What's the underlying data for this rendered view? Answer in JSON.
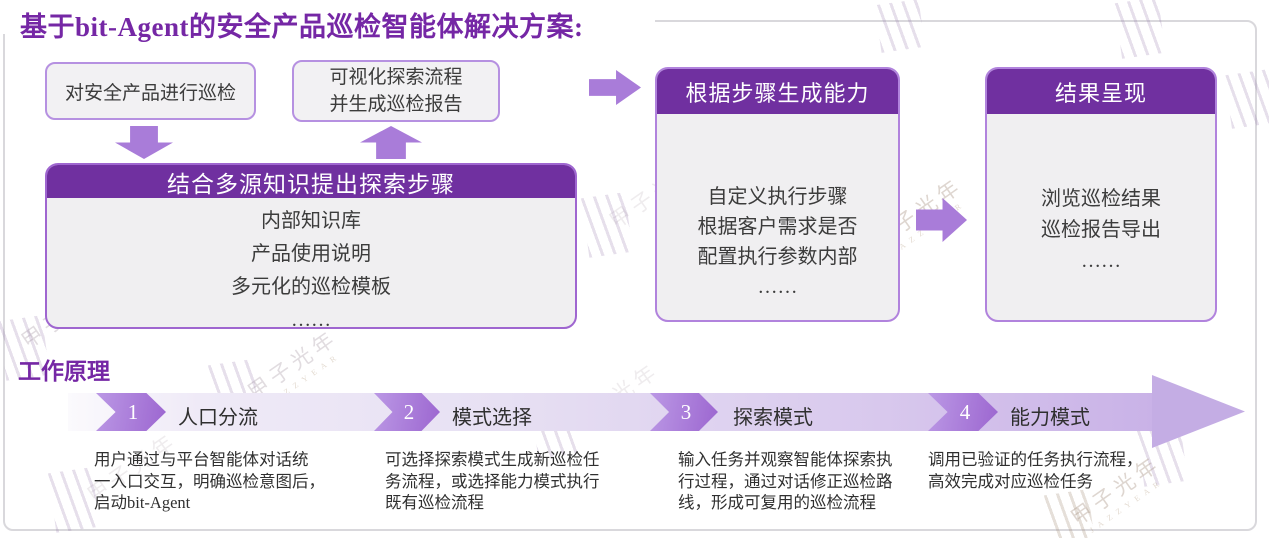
{
  "title": "基于bit-Agent的安全产品巡检智能体解决方案:",
  "flow": {
    "box1_label": "对安全产品进行巡检",
    "box2_label": "可视化探索流程\n并生成巡检报告",
    "knowledge_box": {
      "header": "结合多源知识提出探索步骤",
      "items": [
        "内部知识库",
        "产品使用说明",
        "多元化的巡检模板",
        "……"
      ]
    },
    "capability_box": {
      "header": "根据步骤生成能力",
      "items": [
        "自定义执行步骤",
        "根据客户需求是否",
        "配置执行参数内部",
        "……"
      ]
    },
    "result_box": {
      "header": "结果呈现",
      "items": [
        "浏览巡检结果",
        "巡检报告导出",
        "……"
      ]
    }
  },
  "principle": {
    "heading": "工作原理",
    "steps": [
      {
        "num": "1",
        "label": "人口分流",
        "desc": "用户通过与平台智能体对话统\n一入口交互，明确巡检意图后，\n启动bit-Agent"
      },
      {
        "num": "2",
        "label": "模式选择",
        "desc": "可选择探索模式生成新巡检任\n务流程，或选择能力模式执行\n既有巡检流程"
      },
      {
        "num": "3",
        "label": "探索模式",
        "desc": "输入任务并观察智能体探索执\n行过程，通过对话修正巡检路\n线，形成可复用的巡检流程"
      },
      {
        "num": "4",
        "label": "能力模式",
        "desc": "调用已验证的任务执行流程，\n高效完成对应巡检任务"
      }
    ]
  },
  "watermark": {
    "text": "甲子光年",
    "subtext": "JAZZYEAR"
  },
  "colors": {
    "accent_purple": "#7030a0",
    "arrow_purple": "#a97cd9",
    "box_border": "#b183dd",
    "box_fill": "#f0eff1",
    "frame_border": "#d9d8dc"
  }
}
